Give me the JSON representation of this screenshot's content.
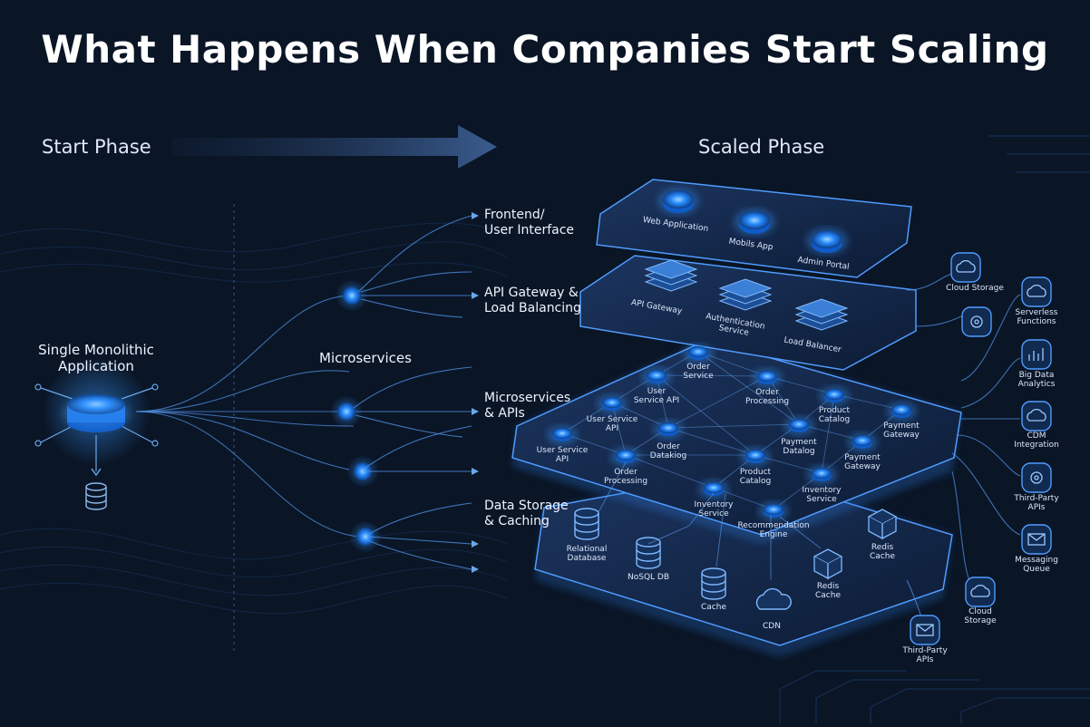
{
  "title": "What Happens When Companies Start Scaling",
  "start_phase": "Start Phase",
  "scaled_phase": "Scaled Phase",
  "monolith_label": "Single Monolithic\nApplication",
  "microservices_label": "Microservices",
  "layers": {
    "frontend": "Frontend/\nUser Interface",
    "gateway": "API Gateway &\nLoad Balancing",
    "microservices": "Microservices\n& APIs",
    "storage": "Data Storage\n& Caching"
  },
  "frontend_nodes": [
    "Web Application",
    "Mobils App",
    "Admin Portal"
  ],
  "gateway_nodes": [
    "API Gateway",
    "Authentication\nService",
    "Load Balancer"
  ],
  "service_nodes": [
    "Order\nService",
    "User\nService API",
    "Order\nProcessing",
    "User Service\nAPI",
    "Product\nCatalog",
    "Payment\nGateway",
    "User Service\nAPI",
    "Order\nDatakiog",
    "Payment\nDatalog",
    "Payment\nGateway",
    "Order\nProcessing",
    "Product\nCatalog",
    "Inventory\nService",
    "Inventory\nService",
    "Recommendation\nEngine"
  ],
  "storage_nodes": [
    "Relational\nDatabase",
    "NoSQL DB",
    "Cache",
    "CDN",
    "Redis\nCache",
    "Redis\nCache"
  ],
  "side_nodes": [
    "Cloud Storage",
    "Serverless\nFunctions",
    "Big Data\nAnalytics",
    "CDM\nIntegration",
    "Third-Party\nAPIs",
    "Messaging\nQueue",
    "Cloud\nStorage",
    "Third-Party\nAPIs"
  ],
  "colors": {
    "background": "#0a1526",
    "accent": "#1f8bff",
    "glow": "#5fb4ff",
    "panel": "#12233f"
  }
}
